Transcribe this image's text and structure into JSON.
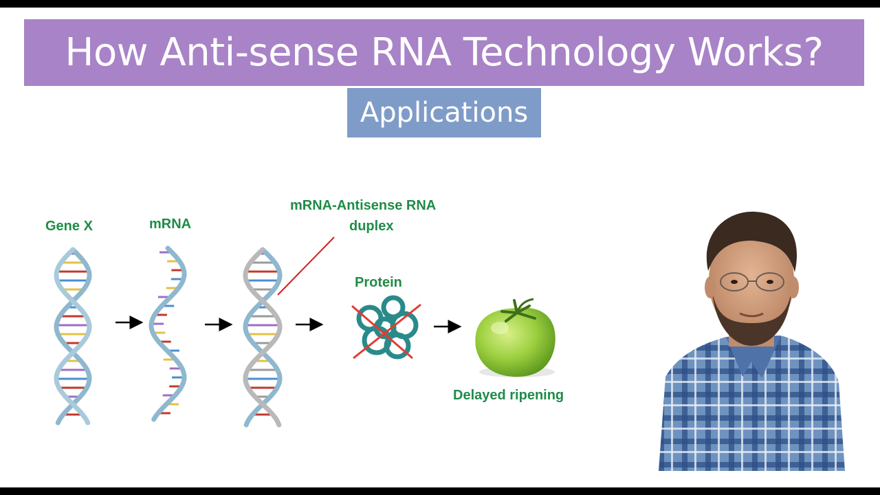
{
  "title": "How Anti-sense RNA Technology Works?",
  "subtitle": "Applications",
  "labels": {
    "gene": "Gene X",
    "mrna": "mRNA",
    "duplex_line1": "mRNA-Antisense RNA",
    "duplex_line2": "duplex",
    "protein": "Protein",
    "outcome": "Delayed ripening"
  },
  "colors": {
    "title_bg": "#a883c7",
    "subtitle_bg": "#7f9cc8",
    "label_green": "#1f8c47",
    "strand_blue": "#8fb8cf",
    "protein_teal": "#2a8a8a",
    "cross_red": "#e23b32",
    "tomato_green": "#8cc53c",
    "pointer_red": "#d11f1f"
  },
  "icons": {
    "dna": "double-helix-icon",
    "single_strand": "single-helix-icon",
    "duplex": "duplex-helix-icon",
    "protein": "crossed-protein-icon",
    "fruit": "green-tomato-icon",
    "presenter": "presenter-photo"
  }
}
